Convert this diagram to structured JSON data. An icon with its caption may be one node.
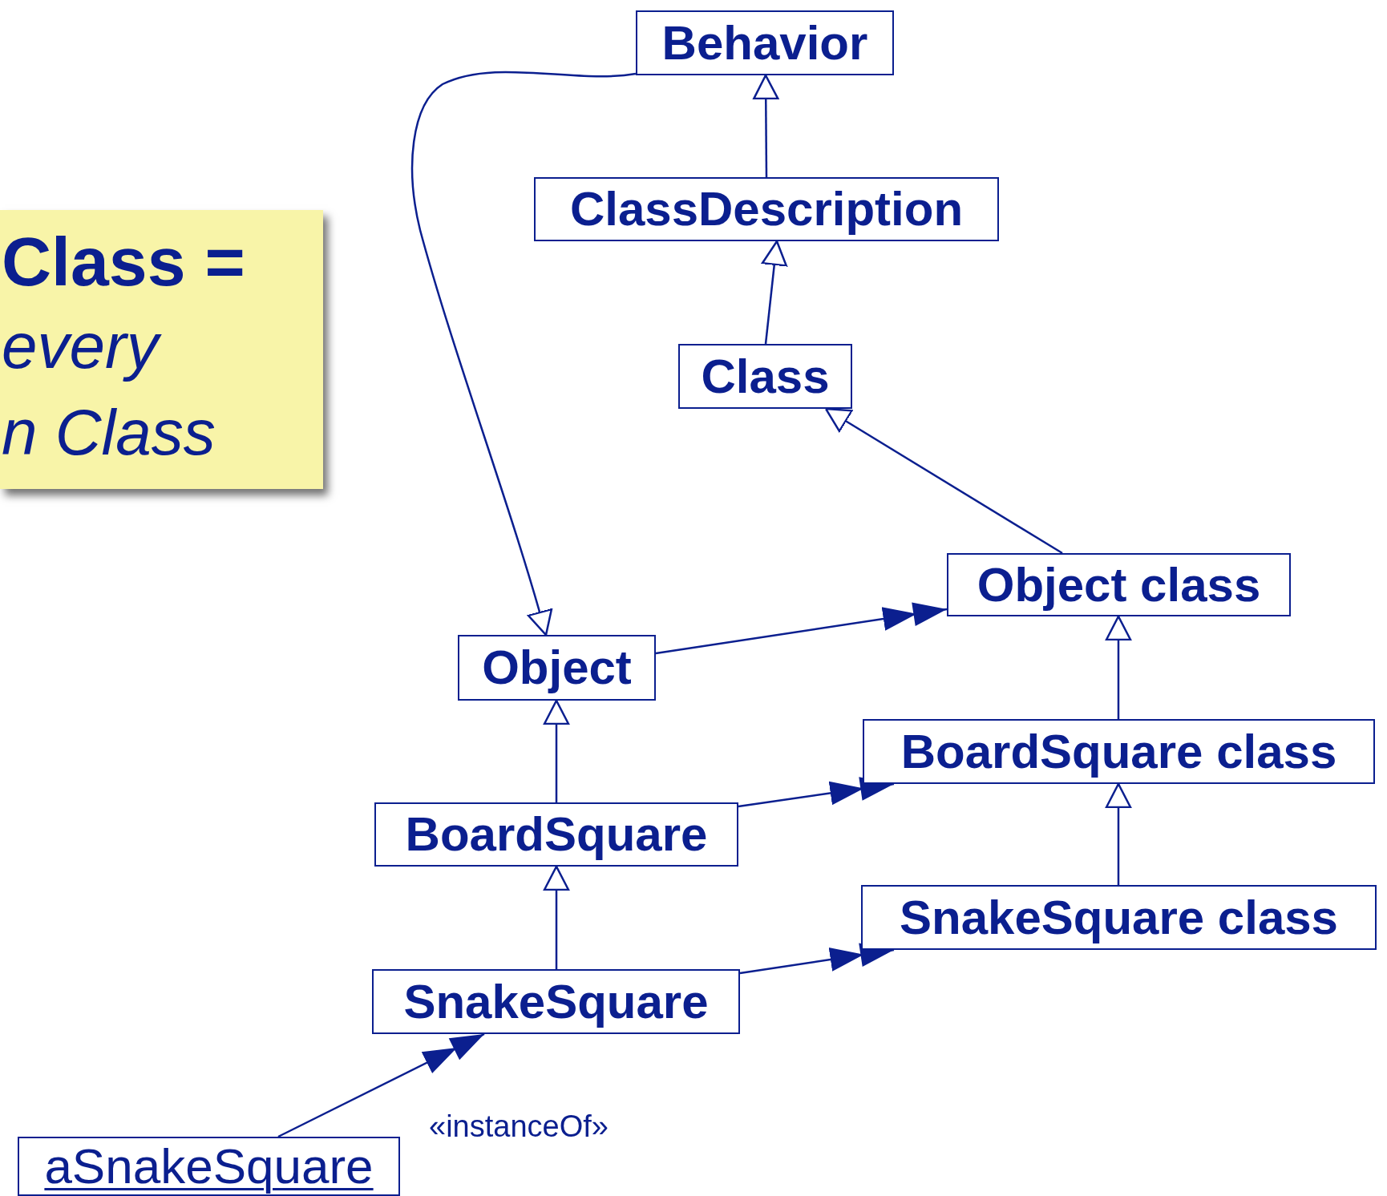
{
  "diagram": {
    "nodes": [
      {
        "text": [
          "Behavior"
        ]
      },
      {
        "text": [
          "ClassDescription"
        ]
      },
      {
        "text": [
          "Class"
        ]
      },
      {
        "text": [
          "Class =",
          "every",
          "n Class"
        ]
      },
      {
        "text": [
          "Object class"
        ]
      },
      {
        "text": [
          "Object"
        ]
      },
      {
        "text": [
          "BoardSquare class"
        ]
      },
      {
        "text": [
          "BoardSquare"
        ]
      },
      {
        "text": [
          "SnakeSquare class"
        ]
      },
      {
        "text": [
          "SnakeSquare"
        ]
      },
      {
        "text": [
          "aSnakeSquare"
        ]
      }
    ],
    "edges": [
      {
        "from": 1,
        "to": 0,
        "arrow": "to"
      },
      {
        "from": 2,
        "to": 1,
        "arrow": "to"
      },
      {
        "from": 4,
        "to": 2,
        "arrow": "to"
      },
      {
        "from": 0,
        "to": 5,
        "arrow": "to"
      },
      {
        "from": 5,
        "to": 4,
        "arrow": "to"
      },
      {
        "from": 6,
        "to": 4,
        "arrow": "to"
      },
      {
        "from": 7,
        "to": 5,
        "arrow": "to"
      },
      {
        "from": 7,
        "to": 6,
        "arrow": "to"
      },
      {
        "from": 8,
        "to": 6,
        "arrow": "to"
      },
      {
        "from": 9,
        "to": 7,
        "arrow": "to"
      },
      {
        "from": 9,
        "to": 8,
        "arrow": "to"
      },
      {
        "from": 10,
        "to": 9,
        "arrow": "to",
        "label": "«instanceOf»"
      }
    ]
  }
}
